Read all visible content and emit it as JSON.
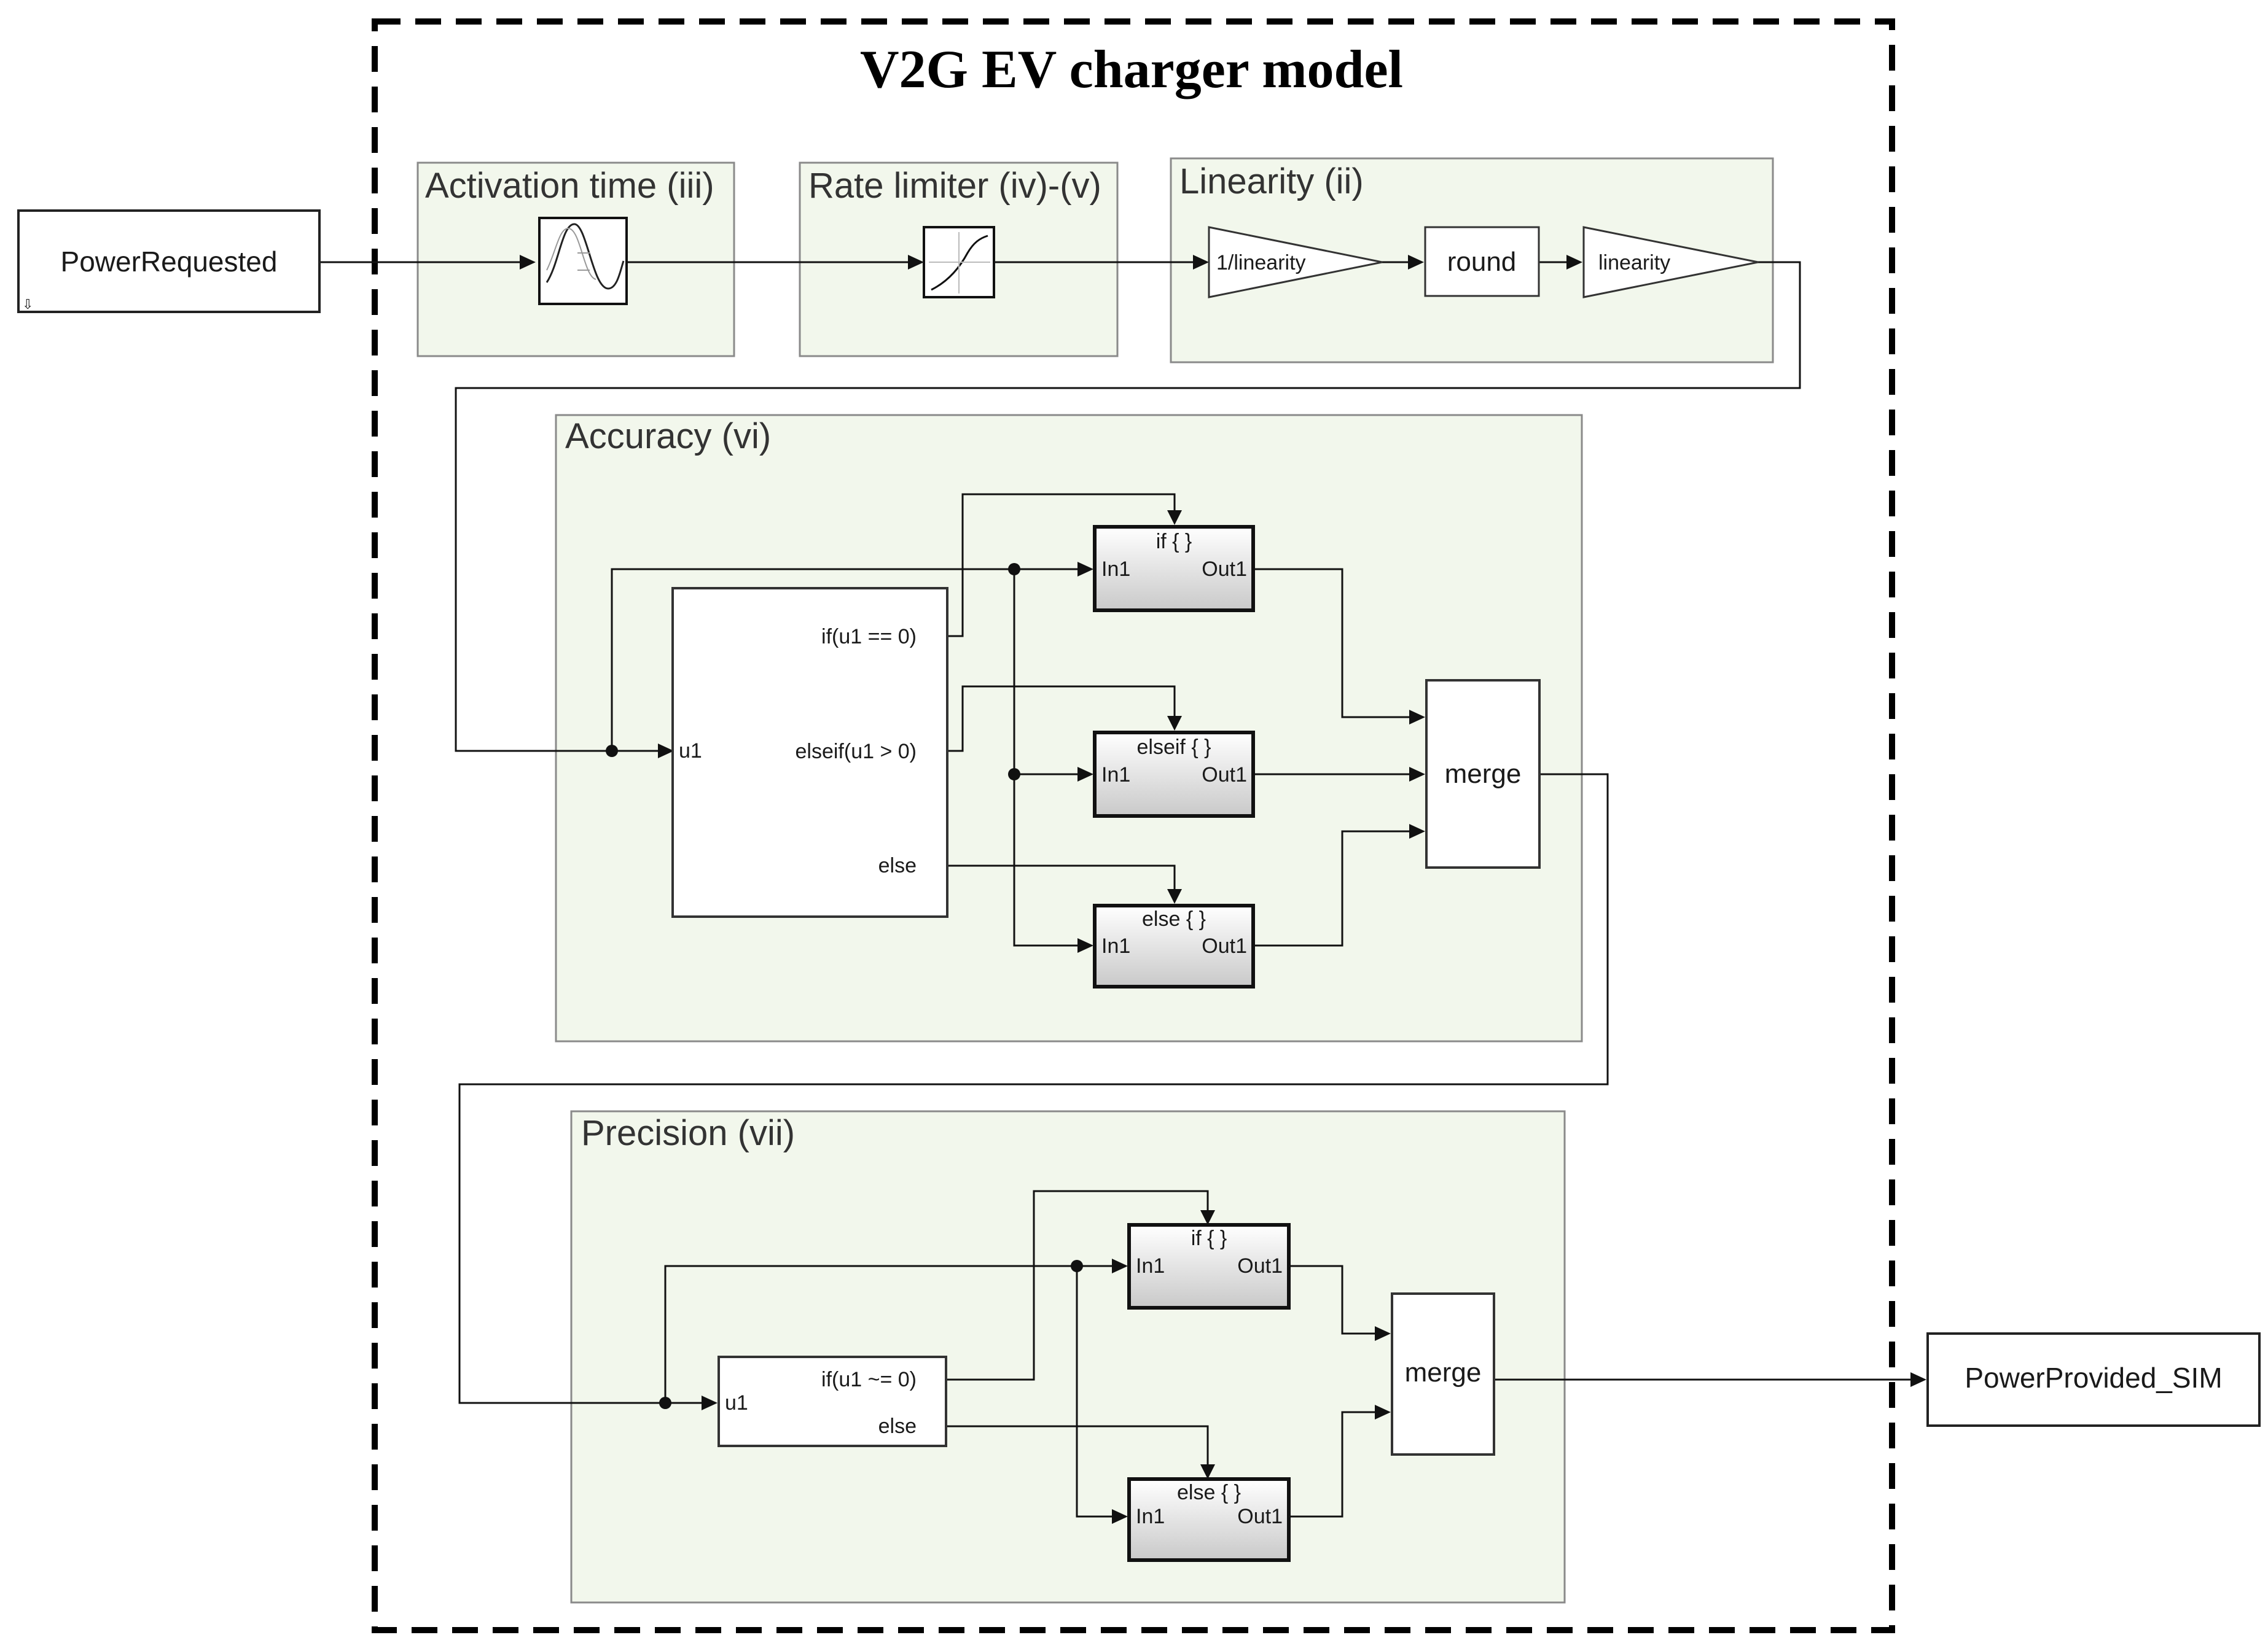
{
  "title": "V2G EV charger model",
  "inputs": {
    "power_requested": "PowerRequested"
  },
  "outputs": {
    "power_provided": "PowerProvided_SIM"
  },
  "groups": {
    "activation": {
      "title": "Activation time (iii)"
    },
    "rate_limiter": {
      "title": "Rate limiter (iv)-(v)"
    },
    "linearity": {
      "title": "Linearity (ii)",
      "gain_inverse": "1/linearity",
      "round": "round",
      "gain": "linearity"
    },
    "accuracy": {
      "title": "Accuracy (vi)",
      "if_block": {
        "input": "u1",
        "cond_if": "if(u1 == 0)",
        "cond_elseif": "elseif(u1 > 0)",
        "cond_else": "else"
      },
      "actions": [
        {
          "title": "if { }",
          "in": "In1",
          "out": "Out1"
        },
        {
          "title": "elseif { }",
          "in": "In1",
          "out": "Out1"
        },
        {
          "title": "else { }",
          "in": "In1",
          "out": "Out1"
        }
      ],
      "merge": "merge"
    },
    "precision": {
      "title": "Precision (vii)",
      "if_block": {
        "input": "u1",
        "cond_if": "if(u1 ~= 0)",
        "cond_else": "else"
      },
      "actions": [
        {
          "title": "if { }",
          "in": "In1",
          "out": "Out1"
        },
        {
          "title": "else { }",
          "in": "In1",
          "out": "Out1"
        }
      ],
      "merge": "merge"
    }
  }
}
